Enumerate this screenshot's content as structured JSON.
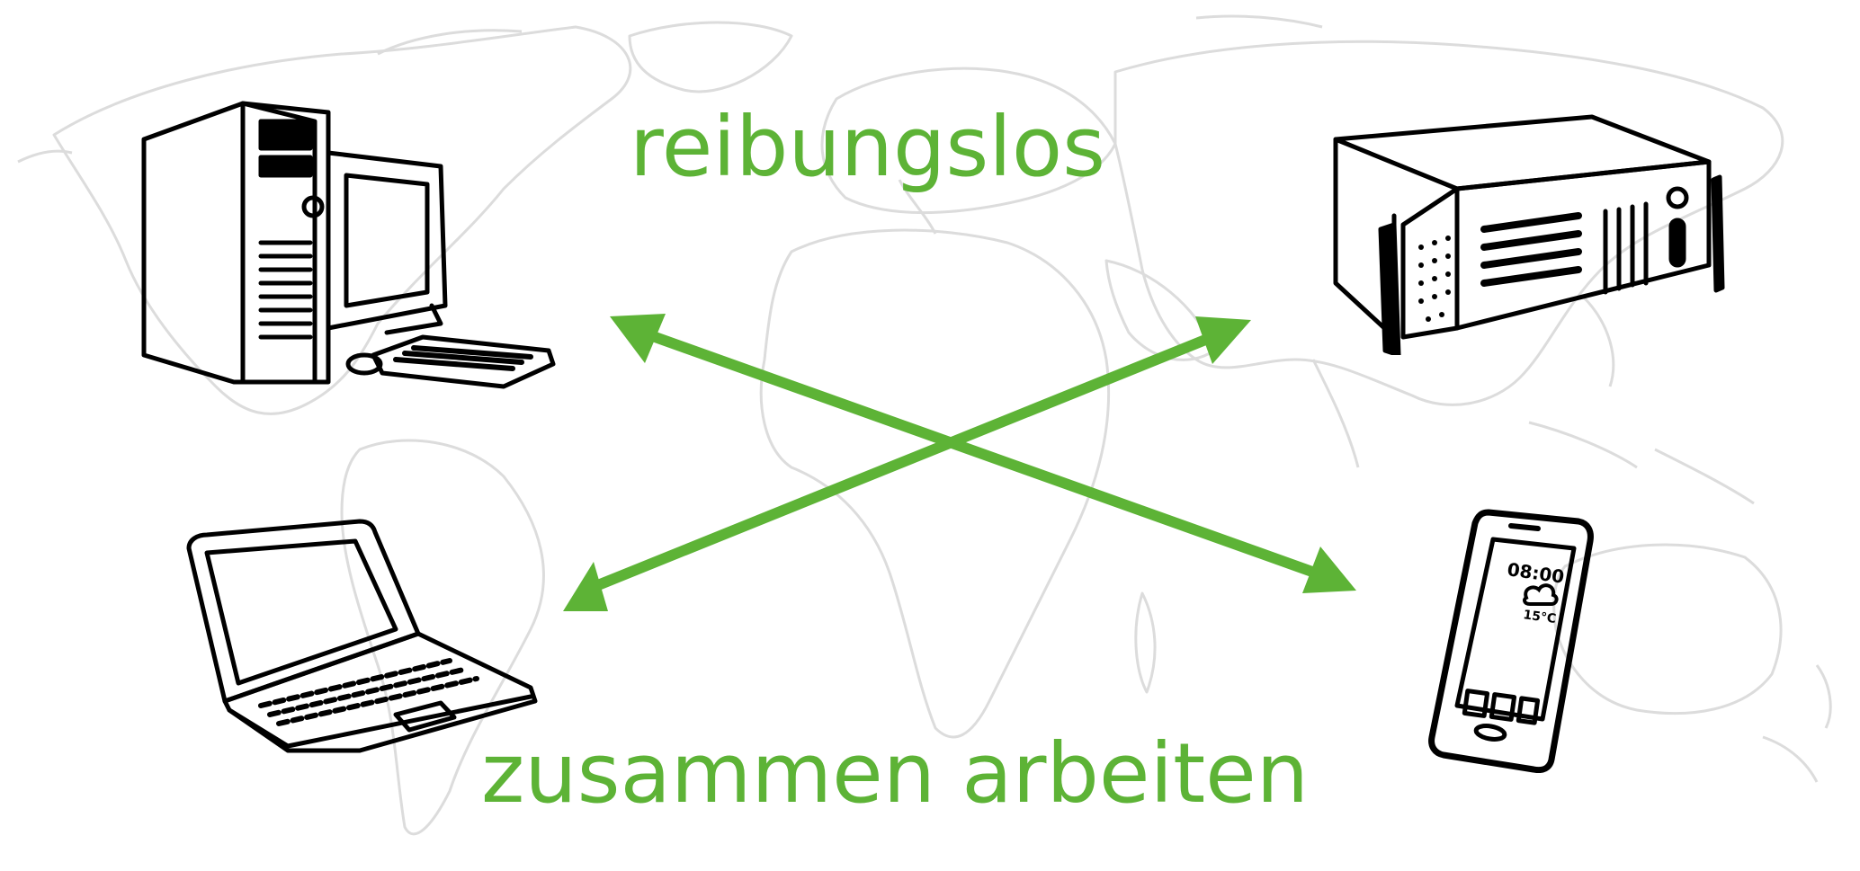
{
  "diagram": {
    "title_top": "reibungslos",
    "title_bottom": "zusammen arbeiten",
    "accent_color": "#5db336",
    "background": "world-map-outline",
    "devices": [
      {
        "id": "desktop",
        "icon": "desktop-computer-icon",
        "position": "top-left"
      },
      {
        "id": "server",
        "icon": "rack-server-icon",
        "position": "top-right"
      },
      {
        "id": "laptop",
        "icon": "laptop-icon",
        "position": "bottom-left"
      },
      {
        "id": "smartphone",
        "icon": "smartphone-icon",
        "position": "bottom-right",
        "screen_time": "08:00",
        "screen_temp": "15°C"
      }
    ],
    "arrows": [
      {
        "from": "desktop",
        "to": "smartphone",
        "bidirectional": true
      },
      {
        "from": "server",
        "to": "laptop",
        "bidirectional": true
      }
    ]
  }
}
